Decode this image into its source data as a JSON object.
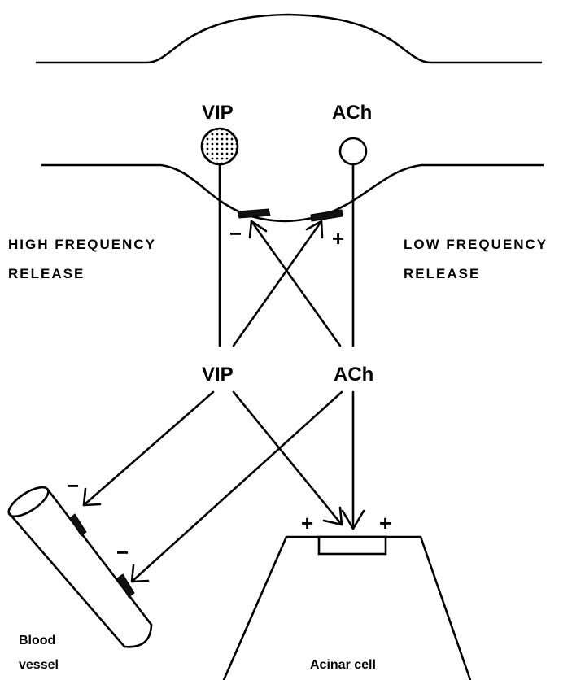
{
  "diagram": {
    "nerve_terminals": {
      "vip_label": "VIP",
      "ach_label": "ACh"
    },
    "left_caption": {
      "line1": "HIGH FREQUENCY",
      "line2": "RELEASE"
    },
    "right_caption": {
      "line1": "LOW FREQUENCY",
      "line2": "RELEASE"
    },
    "prejunctional_signs": {
      "vip_receptor": "−",
      "ach_receptor": "+"
    },
    "released": {
      "vip_label": "VIP",
      "ach_label": "ACh"
    },
    "vessel_signs": {
      "upper": "−",
      "lower": "−"
    },
    "acinar_signs": {
      "left": "+",
      "right": "+"
    },
    "blood_vessel_label": {
      "line1": "Blood",
      "line2": "vessel"
    },
    "acinar_cell_label": "Acinar cell"
  }
}
